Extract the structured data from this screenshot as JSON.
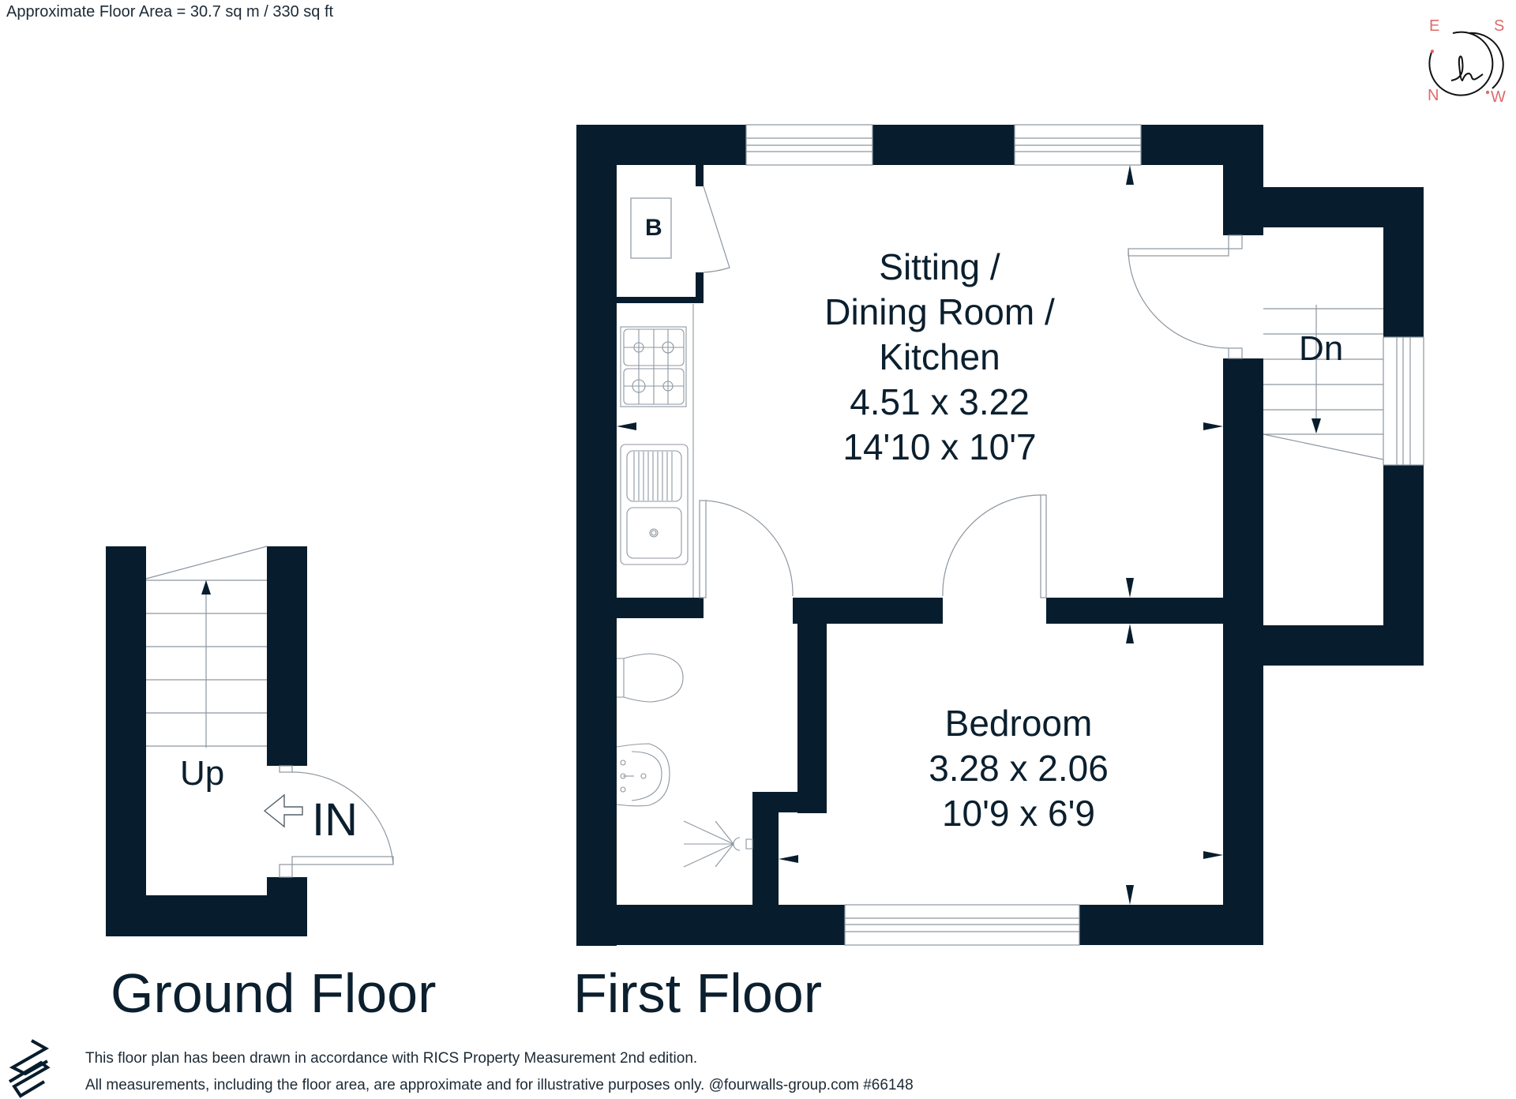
{
  "header": {
    "area_text": "Approximate Floor Area = 30.7 sq m / 330 sq ft"
  },
  "compass": {
    "letters": {
      "top_left": "E",
      "top_right": "S",
      "bottom_left": "N",
      "bottom_right": "W"
    },
    "monogram": "h",
    "accent_color": "#e06a6a"
  },
  "colors": {
    "wall": "#071d2d",
    "fixture_line": "#8c96a0",
    "text": "#0b1f2e"
  },
  "floors": [
    {
      "title": "Ground Floor",
      "labels": {
        "stairs": "Up",
        "entrance": "IN"
      }
    },
    {
      "title": "First Floor",
      "labels": {
        "stairs": "Dn",
        "cupboard": "B"
      },
      "rooms": [
        {
          "name_lines": [
            "Sitting /",
            "Dining Room /",
            "Kitchen"
          ],
          "metric": "4.51 x 3.22",
          "imperial": "14'10 x 10'7"
        },
        {
          "name_lines": [
            "Bedroom"
          ],
          "metric": "3.28 x 2.06",
          "imperial": "10'9 x 6'9"
        }
      ]
    }
  ],
  "footer": {
    "line1": "This floor plan has been drawn in accordance with RICS Property Measurement 2nd edition.",
    "line2": "All measurements, including the floor area, are approximate and for illustrative purposes only. @fourwalls-group.com #66148"
  }
}
